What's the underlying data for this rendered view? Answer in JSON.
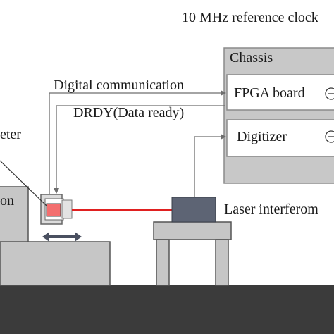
{
  "labels": {
    "reference_clock": "10 MHz reference clock",
    "chassis": "Chassis",
    "fpga_board": "FPGA board",
    "digitizer": "Digitizer",
    "digital_communication": "Digital communication",
    "drdy": "DRDY(Data ready)",
    "meter_fragment": "eter",
    "on_fragment": "on",
    "laser_interferometer": "Laser interferom"
  },
  "colors": {
    "chassis_fill": "#c8c8c8",
    "chassis_border": "#8a8a8a",
    "module_fill": "#ffffff",
    "table_fill": "#c6c6c6",
    "floor_fill": "#3b3b3b",
    "interferometer_fill": "#5d6474",
    "laser_beam": "#e02020",
    "sensor_fill": "#f36f6f",
    "arrow": "#6e6e6e",
    "text": "#1a1a1a"
  }
}
